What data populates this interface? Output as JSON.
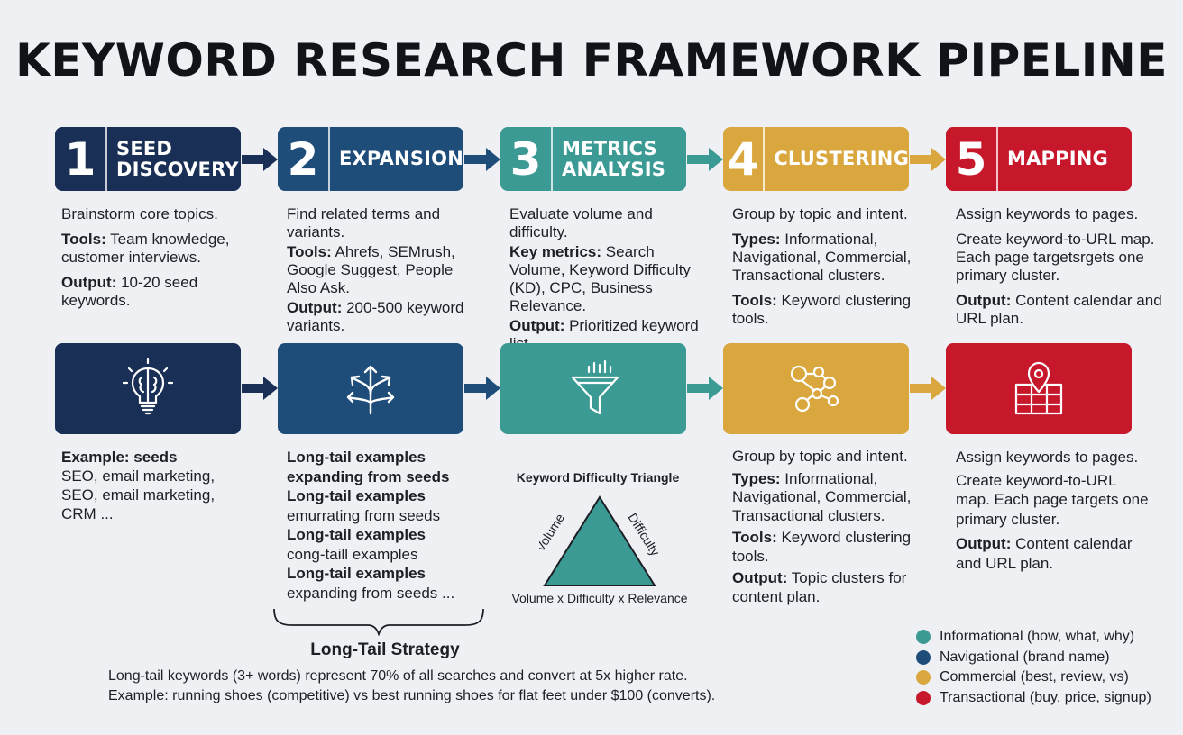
{
  "title": "KEYWORD RESEARCH FRAMEWORK PIPELINE",
  "colors": {
    "step1": "#1a2f55",
    "step2": "#1f4d7a",
    "step3": "#3c9a95",
    "step4": "#d9a73d",
    "step5": "#c7172b"
  },
  "steps": [
    {
      "num": "1",
      "label": "SEED DISCOVERY",
      "icon": "brain-lightbulb-icon",
      "desc_intro": "Brainstorm core topics.",
      "tools_label": "Tools:",
      "tools": "Team knowledge, customer interviews.",
      "output_label": "Output:",
      "output": "10-20 seed keywords."
    },
    {
      "num": "2",
      "label": "EXPANSION",
      "icon": "branching-arrows-icon",
      "desc_intro": "Find related terms and variants.",
      "tools_label": "Tools:",
      "tools": "Ahrefs, SEMrush, Google Suggest, People Also Ask.",
      "output_label": "Output:",
      "output": "200-500 keyword variants."
    },
    {
      "num": "3",
      "label": "METRICS ANALYSIS",
      "icon": "funnel-chart-icon",
      "desc_intro": "Evaluate volume and difficulty.",
      "metrics_label": "Key metrics:",
      "metrics": "Search Volume, Keyword Difficulty (KD), CPC, Business Relevance.",
      "output_label": "Output:",
      "output": "Prioritized keyword list."
    },
    {
      "num": "4",
      "label": "CLUSTERING",
      "icon": "cluster-nodes-icon",
      "desc_intro": "Group by topic and intent.",
      "types_label": "Types:",
      "types": "Informational, Navigational, Commercial, Transactional clusters.",
      "tools_label": "Tools:",
      "tools": "Keyword clustering tools."
    },
    {
      "num": "5",
      "label": "MAPPING",
      "icon": "map-pin-grid-icon",
      "desc_intro": "Assign keywords to pages.",
      "desc_2": "Create keyword-to-URL map. Each page targetsrgets one primary cluster.",
      "output_label": "Output:",
      "output": "Content calendar and URL plan."
    }
  ],
  "lower": {
    "col1": {
      "heading": "Example: seeds",
      "lines": [
        "SEO, email marketing,",
        "SEO, email marketing,",
        "CRM ..."
      ]
    },
    "col2": {
      "lines": [
        {
          "text": "Long-tail examples",
          "bold": true
        },
        {
          "text": "expanding from seeds",
          "bold": true
        },
        {
          "text": "Long-tail examples",
          "bold": true
        },
        {
          "text": "emurrating from seeds",
          "bold": false
        },
        {
          "text": "Long-tail examples",
          "bold": true
        },
        {
          "text": "cong-taill examples",
          "bold": false
        },
        {
          "text": "Long-tail examples",
          "bold": true
        },
        {
          "text": "expanding from seeds ...",
          "bold": false
        }
      ]
    },
    "col4": {
      "intro": "Group by topic and intent.",
      "types_label": "Types:",
      "types": "Informational, Navigational, Commercial, Transactional clusters.",
      "tools_label": "Tools:",
      "tools": "Keyword clustering tools.",
      "output_label": "Output:",
      "output": "Topic clusters for content plan."
    },
    "col5": {
      "intro": "Assign keywords to pages.",
      "desc": "Create keyword-to-URL map. Each page targets one primary cluster.",
      "output_label": "Output:",
      "output": "Content calendar and URL plan."
    }
  },
  "triangle": {
    "title": "Keyword Difficulty Triangle",
    "left_label": "Volume",
    "right_label": "Difficulty",
    "bottom_label": "Volume x Difficulty x Relevance"
  },
  "strategy": {
    "title": "Long-Tail Strategy",
    "line1": "Long-tail keywords (3+ words) represent 70% of all searches and convert at 5x higher rate.",
    "line2": "Example: running shoes (competitive) vs best running shoes for flat feet under $100 (converts)."
  },
  "legend": [
    {
      "label": "Informational (how, what, why)",
      "color": "#3c9a95"
    },
    {
      "label": "Navigational (brand name)",
      "color": "#1f4d7a"
    },
    {
      "label": "Commercial (best, review, vs)",
      "color": "#d9a73d"
    },
    {
      "label": "Transactional (buy, price, signup)",
      "color": "#c7172b"
    }
  ]
}
